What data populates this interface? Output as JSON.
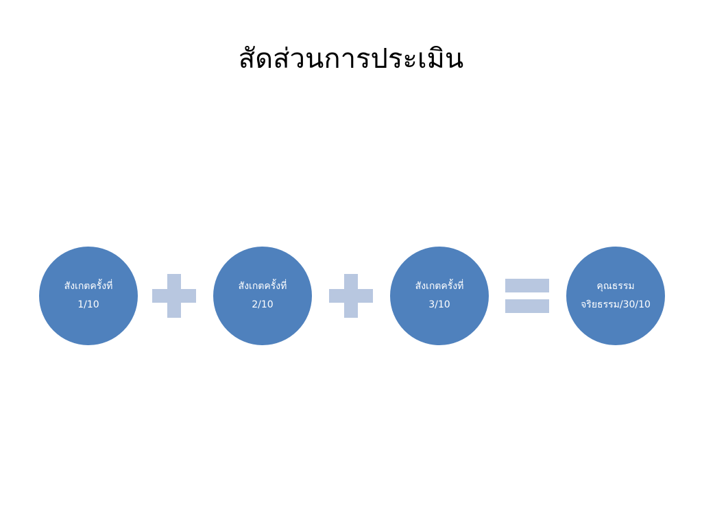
{
  "slide": {
    "title": "สัดส่วนการประเมิน"
  },
  "diagram": {
    "items": [
      {
        "line1": "สังเกตครั้งที่",
        "line2": "1/10"
      },
      {
        "line1": "สังเกตครั้งที่",
        "line2": "2/10"
      },
      {
        "line1": "สังเกตครั้งที่",
        "line2": "3/10"
      },
      {
        "line1": "คุณธรรม",
        "line2": "จริยธรรม/30/10"
      }
    ],
    "operators": [
      "plus",
      "plus",
      "equals"
    ],
    "colors": {
      "circle_fill": "#4f81bd",
      "operator_fill": "#b8c7e0",
      "circle_text": "#ffffff"
    }
  }
}
